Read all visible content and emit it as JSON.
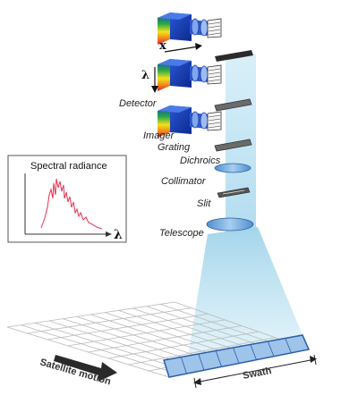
{
  "labels": {
    "x_axis": "x",
    "lambda_axis": "λ",
    "detector": "Detector",
    "imager": "Imager",
    "grating": "Grating",
    "dichroics": "Dichroics",
    "collimator": "Collimator",
    "slit": "Slit",
    "telescope": "Telescope"
  },
  "inset": {
    "title": "Spectral radiance",
    "x_symbol": "λ"
  },
  "ground": {
    "swath": "Swath",
    "satellite_motion": "Satellite motion"
  },
  "colors": {
    "beam": "#bfe3f2",
    "optic_blue": "#6fa8dc",
    "detector_blue": "#1d3fb0",
    "spectrum_red": "#e8304f",
    "swath_fill": "#9ec4ea"
  }
}
